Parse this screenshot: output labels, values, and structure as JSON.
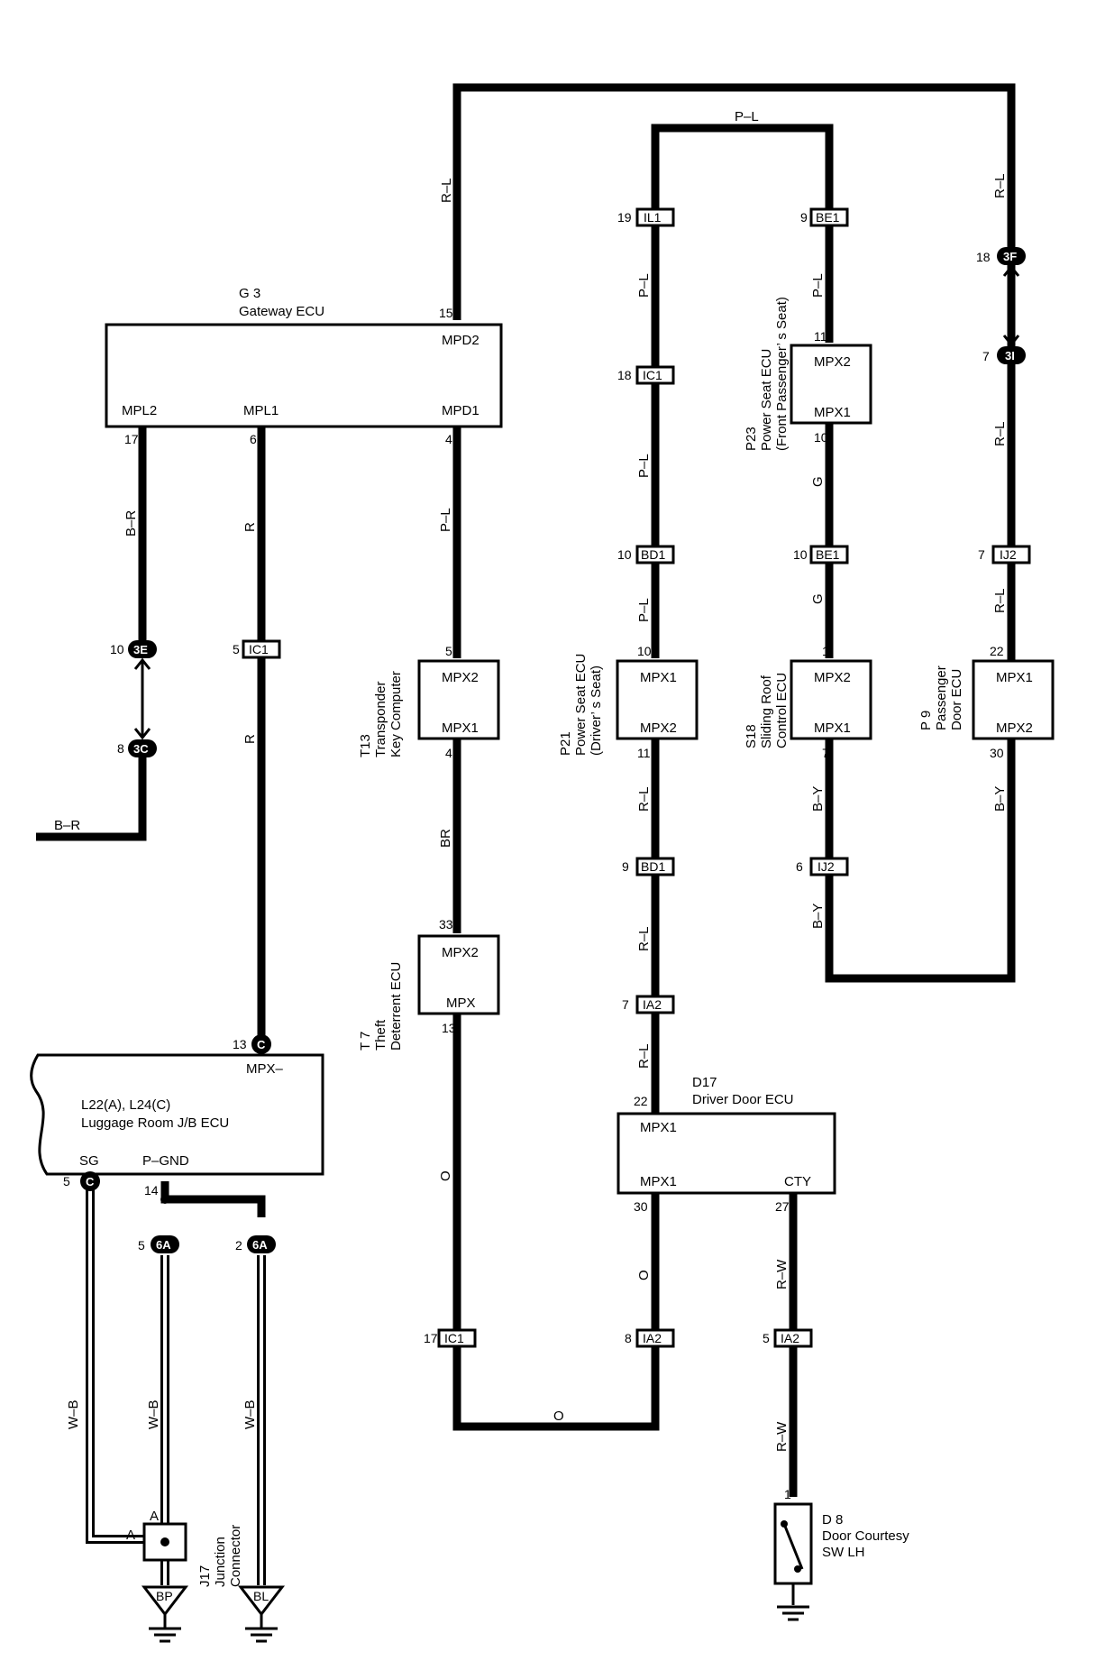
{
  "components": {
    "gateway": {
      "id": "G 3",
      "name": "Gateway ECU",
      "mpd2": "MPD2",
      "mpl2": "MPL2",
      "mpl1": "MPL1",
      "mpd1": "MPD1"
    },
    "transponder": {
      "id": "T13",
      "name1": "Transponder",
      "name2": "Key Computer",
      "p1": "MPX2",
      "p2": "MPX1"
    },
    "theft": {
      "id": "T 7",
      "name1": "Theft",
      "name2": "Deterrent ECU",
      "p1": "MPX2",
      "p2": "MPX"
    },
    "seat_driver": {
      "id": "P21",
      "name1": "Power Seat ECU",
      "name2": "(Driver’ s Seat)",
      "p1": "MPX1",
      "p2": "MPX2"
    },
    "seat_passenger": {
      "id": "P23",
      "name1": "Power Seat ECU",
      "name2": "(Front Passenger’ s Seat)",
      "p1": "MPX2",
      "p2": "MPX1"
    },
    "roof": {
      "id": "S18",
      "name1": "Sliding Roof",
      "name2": "Control ECU",
      "p1": "MPX2",
      "p2": "MPX1"
    },
    "pass_door": {
      "id": "P 9",
      "name1": "Passenger",
      "name2": "Door ECU",
      "p1": "MPX1",
      "p2": "MPX2"
    },
    "driver_door": {
      "id": "D17",
      "name": "Driver Door ECU",
      "p1": "MPX1",
      "p2": "MPX1",
      "p3": "CTY"
    },
    "luggage": {
      "name1": "L22(A), L24(C)",
      "name2": "Luggage Room J/B ECU",
      "mpx": "MPX–",
      "sg": "SG",
      "pgnd": "P–GND"
    },
    "junction": {
      "id": "J17",
      "name1": "Junction",
      "name2": "Connector",
      "a": "A"
    },
    "courtesy": {
      "id": "D 8",
      "name1": "Door Courtesy",
      "name2": "SW LH"
    }
  },
  "connectors": {
    "il1": "IL1",
    "ic1": "IC1",
    "bd1": "BD1",
    "ia2": "IA2",
    "be1": "BE1",
    "ij2": "IJ2",
    "c3f": "3F",
    "c3i": "3I",
    "c3e": "3E",
    "c3c": "3C",
    "c6a": "6A",
    "cc": "C"
  },
  "grounds": {
    "bp": "BP",
    "bl": "BL"
  },
  "wire_colors": {
    "rl": "R–L",
    "pl": "P–L",
    "br": "B–R",
    "r": "R",
    "bro": "BR",
    "o": "O",
    "g": "G",
    "by": "B–Y",
    "rw": "R–W",
    "wb": "W–B"
  },
  "pins": {
    "p1": "1",
    "p4": "4",
    "p5": "5",
    "p6": "6",
    "p7": "7",
    "p8": "8",
    "p9": "9",
    "p10": "10",
    "p11": "11",
    "p13": "13",
    "p14": "14",
    "p15": "15",
    "p17": "17",
    "p18": "18",
    "p19": "19",
    "p2": "2",
    "p22": "22",
    "p27": "27",
    "p30": "30",
    "p33": "33"
  }
}
